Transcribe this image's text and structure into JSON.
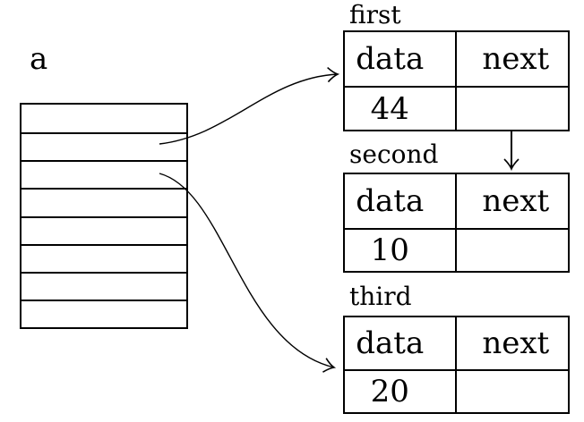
{
  "background": "#ffffff",
  "line_color": "#000000",
  "text_color": "#000000",
  "array": {
    "label": "a",
    "row_count": 8
  },
  "nodes": [
    {
      "label": "first",
      "headers": [
        "data",
        "next"
      ],
      "data_value": "44",
      "next_value": ""
    },
    {
      "label": "second",
      "headers": [
        "data",
        "next"
      ],
      "data_value": "10",
      "next_value": ""
    },
    {
      "label": "third",
      "headers": [
        "data",
        "next"
      ],
      "data_value": "20",
      "next_value": ""
    }
  ],
  "arrows": [
    {
      "from": "array row 2",
      "to": "first node"
    },
    {
      "from": "array row 3",
      "to": "third node"
    },
    {
      "from": "first node next field",
      "to": "second node"
    }
  ]
}
